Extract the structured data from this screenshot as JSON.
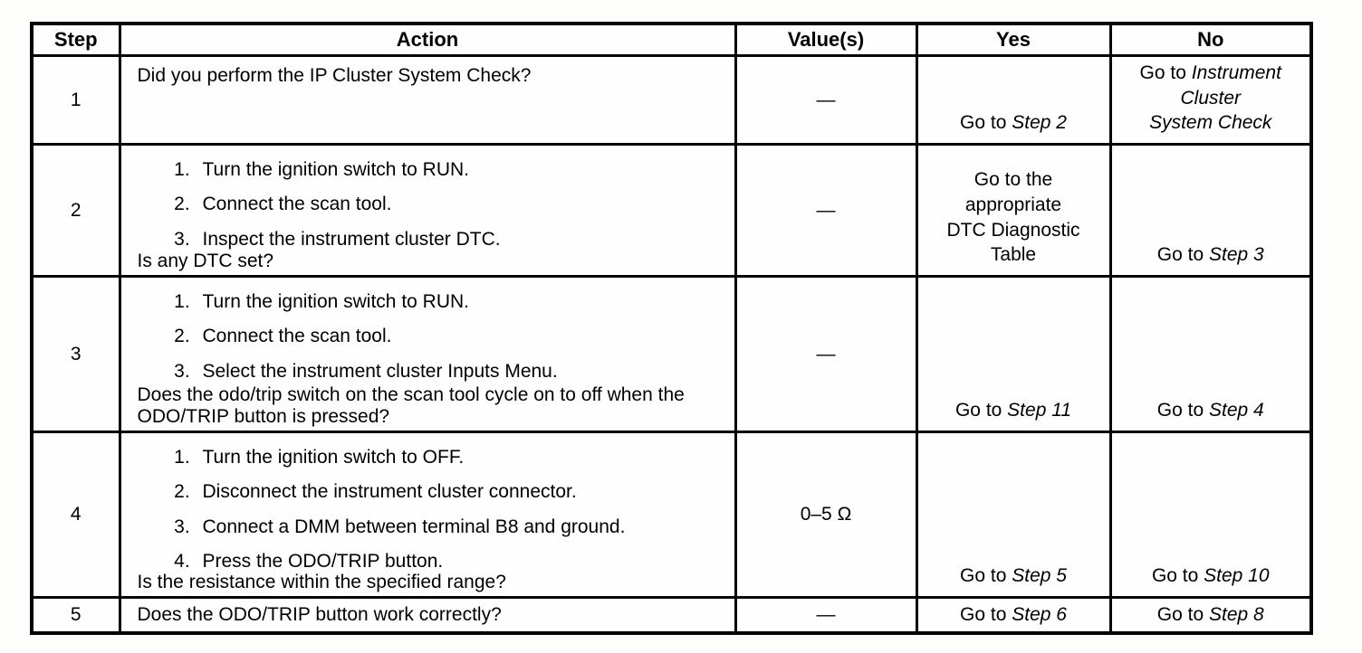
{
  "header": {
    "step": "Step",
    "action": "Action",
    "values": "Value(s)",
    "yes": "Yes",
    "no": "No"
  },
  "rows": {
    "r1": {
      "step": "1",
      "intro": "Did you perform the IP Cluster System Check?",
      "value": "—",
      "yes": {
        "prefix": "Go to ",
        "target": "Step 2"
      },
      "no": {
        "prefix": "Go to ",
        "line1": "Instrument",
        "line2": "Cluster",
        "line3": "System Check"
      }
    },
    "r2": {
      "step": "2",
      "items": [
        "Turn the ignition switch to RUN.",
        "Connect the scan tool.",
        "Inspect the instrument cluster DTC."
      ],
      "question": "Is any DTC set?",
      "value": "—",
      "yes_lines": [
        "Go to the",
        "appropriate",
        "DTC Diagnostic",
        "Table"
      ],
      "no": {
        "prefix": "Go to ",
        "target": "Step 3"
      }
    },
    "r3": {
      "step": "3",
      "items": [
        "Turn the ignition switch to RUN.",
        "Connect the scan tool.",
        "Select the instrument cluster Inputs Menu."
      ],
      "question": "Does the odo/trip switch on the scan tool cycle on to off when the ODO/TRIP button is pressed?",
      "value": "—",
      "yes": {
        "prefix": "Go to ",
        "target": "Step 11"
      },
      "no": {
        "prefix": "Go to ",
        "target": "Step 4"
      }
    },
    "r4": {
      "step": "4",
      "items": [
        "Turn the ignition switch to OFF.",
        "Disconnect the instrument cluster connector.",
        "Connect a DMM between terminal B8 and ground.",
        "Press the ODO/TRIP button."
      ],
      "question": "Is the resistance within the specified range?",
      "value": "0–5 Ω",
      "yes": {
        "prefix": "Go to ",
        "target": "Step 5"
      },
      "no": {
        "prefix": "Go to ",
        "target": "Step 10"
      }
    },
    "r5": {
      "step": "5",
      "action": "Does the ODO/TRIP button work correctly?",
      "value": "—",
      "yes": {
        "prefix": "Go to ",
        "target": "Step 6"
      },
      "no": {
        "prefix": "Go to ",
        "target": "Step 8"
      }
    }
  }
}
